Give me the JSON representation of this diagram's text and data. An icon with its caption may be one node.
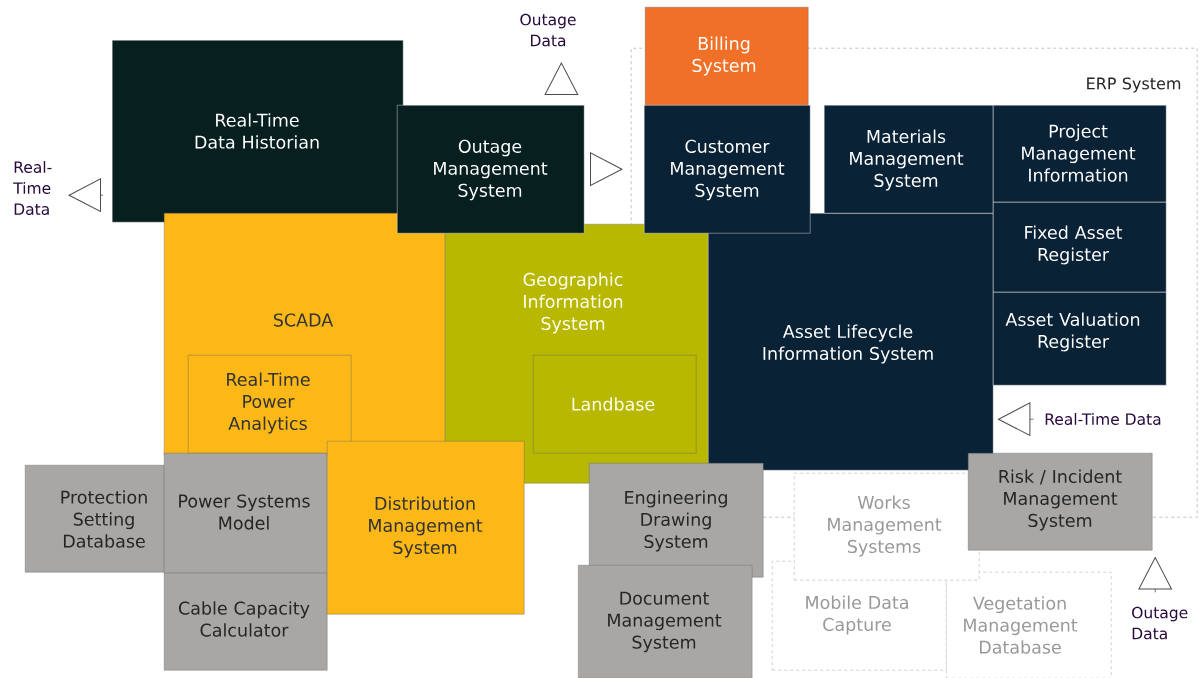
{
  "diagram": {
    "nodes": [
      {
        "text": [
          "Real-Time Data Historian"
        ]
      },
      {
        "text": [
          "Outage Management System"
        ]
      },
      {
        "text": [
          "Billing System"
        ]
      },
      {
        "text": [
          "ERP System"
        ]
      },
      {
        "text": [
          "Customer Management System"
        ],
        "in": 3
      },
      {
        "text": [
          "Materials Management System"
        ],
        "in": 3
      },
      {
        "text": [
          "Project Management Information"
        ],
        "in": 3
      },
      {
        "text": [
          "Fixed Asset Register"
        ],
        "in": 3
      },
      {
        "text": [
          "Asset Valuation Register"
        ],
        "in": 3
      },
      {
        "text": [
          "SCADA"
        ]
      },
      {
        "text": [
          "Real-Time Power Analytics"
        ],
        "in": 9
      },
      {
        "text": [
          "Geographic Information System"
        ]
      },
      {
        "text": [
          "Landbase"
        ],
        "in": 11
      },
      {
        "text": [
          "Asset Lifecycle Information System"
        ],
        "in": 3
      },
      {
        "text": [
          "Protection Setting Database"
        ]
      },
      {
        "text": [
          "Power Systems Model"
        ]
      },
      {
        "text": [
          "Cable Capacity Calculator"
        ]
      },
      {
        "text": [
          "Distribution Management System"
        ]
      },
      {
        "text": [
          "Engineering Drawing System"
        ]
      },
      {
        "text": [
          "Document Management System"
        ]
      },
      {
        "text": [
          "Works Management Systems"
        ]
      },
      {
        "text": [
          "Mobile Data Capture"
        ]
      },
      {
        "text": [
          "Vegetation Management Database"
        ]
      },
      {
        "text": [
          "Risk / Incident Management System"
        ]
      }
    ],
    "edges": [
      {
        "from": 1,
        "to": 4,
        "arrow": "to"
      },
      {
        "from": 1,
        "to": null,
        "arrow": "to",
        "label": "Outage Data"
      },
      {
        "from": 0,
        "to": null,
        "arrow": "to",
        "label": "Real-Time Data"
      },
      {
        "from": null,
        "to": 13,
        "arrow": "to",
        "label": "Real-Time Data"
      },
      {
        "from": null,
        "to": 23,
        "arrow": "to",
        "label": "Outage Data"
      }
    ]
  }
}
